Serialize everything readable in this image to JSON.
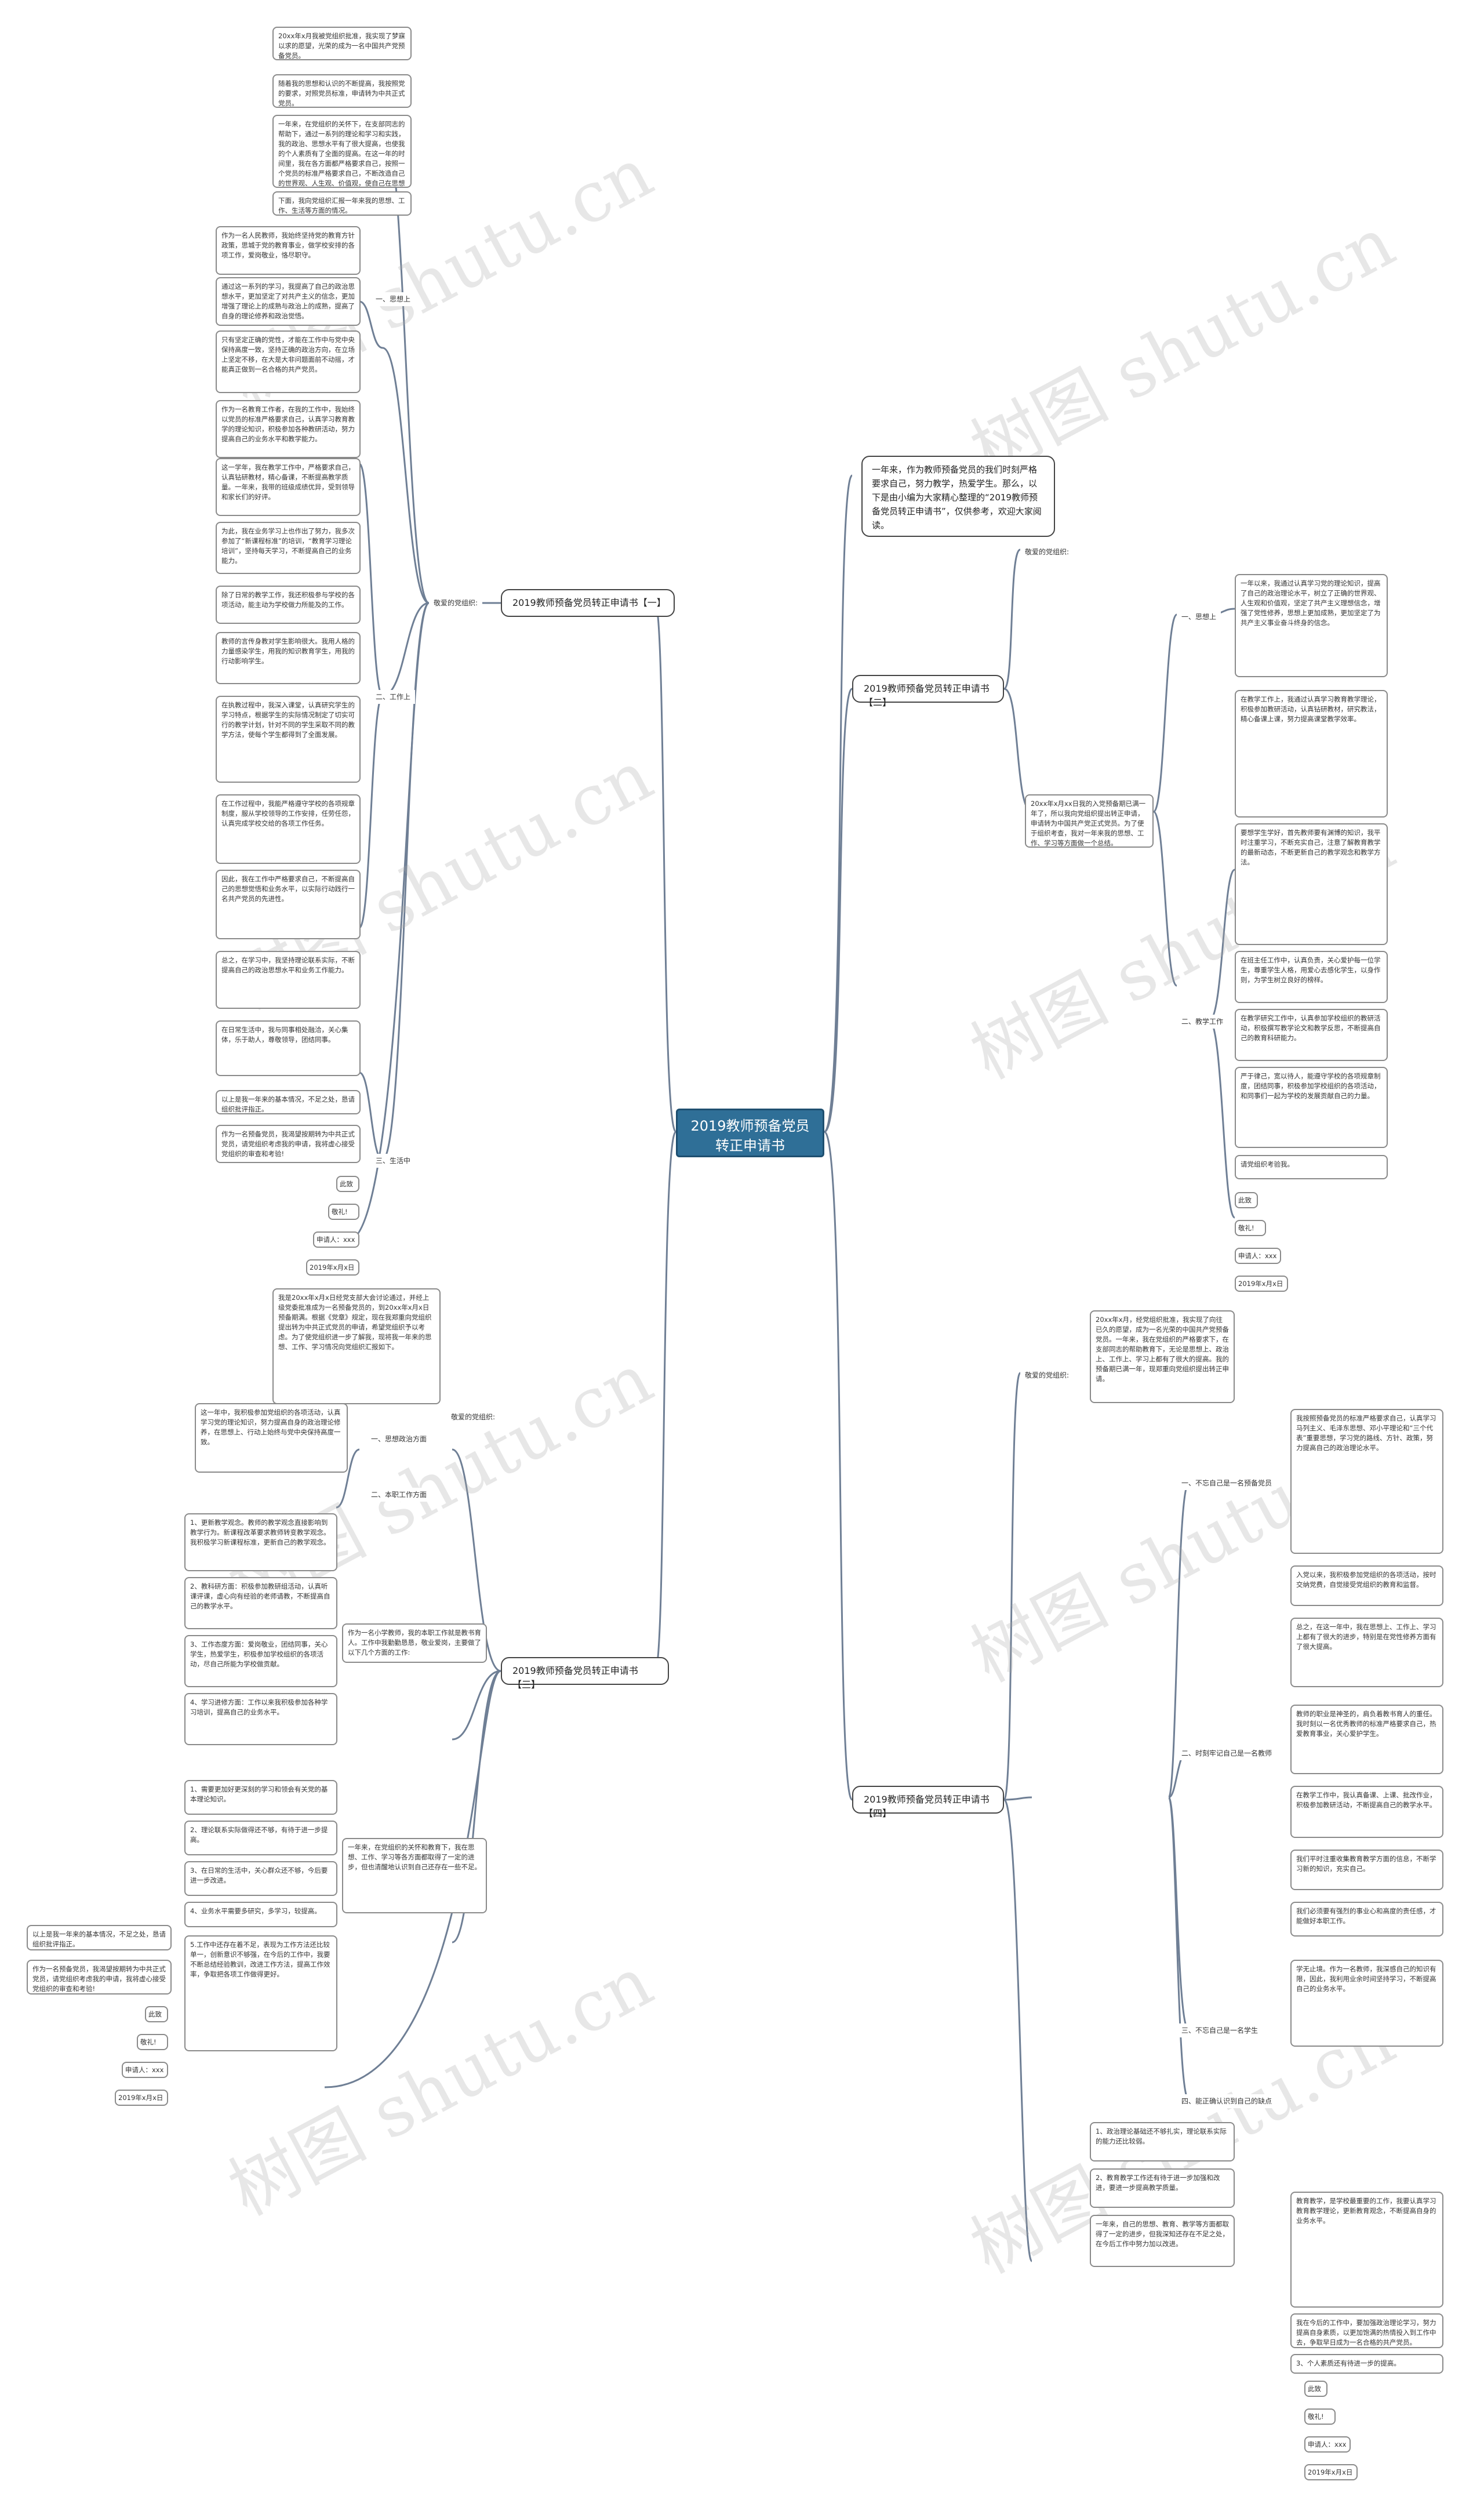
{
  "root": {
    "title": "2019教师预备党员转正申请书"
  },
  "intro": "一年来，作为教师预备党员的我们时刻严格要求自己，努力教学，热爱学生。那么，以下是由小编为大家精心整理的“2019教师预备党员转正申请书”，仅供参考，欢迎大家阅读。",
  "watermark": "树图 shutu.cn",
  "b1": {
    "title": "2019教师预备党员转正申请书【一】",
    "label": "敬爱的党组织:",
    "p1": "20xx年x月我被党组织批准，我实现了梦寐以求的愿望，光荣的成为一名中国共产党预备党员。",
    "p2": "随着我的思想和认识的不断提高，我按照党的要求，对照党员标准，申请转为中共正式党员。",
    "p3": "一年来，在党组织的关怀下，在支部同志的帮助下，通过一系列的理论和学习和实践，我的政治、思想水平有了很大提高，也使我的个人素质有了全面的提高。在这一年的时间里，我在各方面都严格要求自己，按照一个党员的标准严格要求自己，不断改造自己的世界观、人生观、价值观，使自己在思想上、行动上真正入党。",
    "p4": "下面，我向党组织汇报一年来我的思想、工作、生活等方面的情况。",
    "s1": "一、思想上",
    "s1a": "作为一名人民教师，我始终坚持党的教育方针政策，思城于党的教育事业，做学校安排的各项工作，爱岗敬业，恪尽职守。",
    "s1b": "通过这一系列的学习，我提高了自己的政治思想水平，更加坚定了对共产主义的信念，更加增强了理论上的成熟与政治上的成熟，提高了自身的理论修养和政治觉悟。",
    "s1c": "只有坚定正确的党性，才能在工作中与党中央保持高度一致，坚持正确的政治方向，在立场上坚定不移，在大是大非问题面前不动摇，才能真正做到一名合格的共产党员。",
    "s2": "二、工作上",
    "s2a": "作为一名教育工作者，在我的工作中，我始终以党员的标准严格要求自己，认真学习教育教学的理论知识，积极参加各种教研活动，努力提高自己的业务水平和教学能力。",
    "s2b": "这一学年，我在教学工作中，严格要求自己，认真钻研教材，精心备课，不断提高教学质量。一年来，我带的班级成绩优异，受到领导和家长们的好评。",
    "s2c": "为此，我在业务学习上也作出了努力，我多次参加了“新课程标准”的培训，“教育学习理论培训”，坚持每天学习，不断提高自己的业务能力。",
    "s2d": "除了日常的教学工作，我还积极参与学校的各项活动，能主动为学校做力所能及的工作。",
    "s2e": "教师的言传身教对学生影响很大。我用人格的力量感染学生，用我的知识教育学生，用我的行动影响学生。",
    "s2f": "在执教过程中，我深入课堂，认真研究学生的学习特点，根据学生的实际情况制定了切实可行的教学计划，针对不同的学生采取不同的教学方法，使每个学生都得到了全面发展。",
    "s2g": "在工作过程中，我能严格遵守学校的各项规章制度，服从学校领导的工作安排，任劳任怨，认真完成学校交给的各项工作任务。",
    "s2h": "因此，我在工作中严格要求自己，不断提高自己的思想觉悟和业务水平，以实际行动践行一名共产党员的先进性。",
    "s2i": "总之，在学习中，我坚持理论联系实际，不断提高自己的政治思想水平和业务工作能力。",
    "s3": "三、生活中",
    "s3a": "在日常生活中，我与同事相处融洽，关心集体，乐于助人，尊敬领导，团结同事。",
    "s3b": "以上是我一年来的基本情况，不足之处，恳请组织批评指正。",
    "s3c": "作为一名预备党员，我渴望按期转为中共正式党员，请党组织考虑我的申请，我将虚心接受党组织的审查和考验!",
    "closing": "此致",
    "salute": "敬礼!",
    "applicant": "申请人：xxx",
    "date": "2019年x月x日"
  },
  "b2": {
    "title": "2019教师预备党员转正申请书【二】",
    "label": "敬爱的党组织:",
    "intro": "20xx年x月xx日我的入党预备期已满一年了，所以我向党组织提出转正申请，申请转为中国共产党正式党员。为了便于组织考查，我对一年来我的思想、工作、学习等方面做一个总结。",
    "s1": "一、思想上",
    "s1a": "一年以来，我通过认真学习党的理论知识，提高了自己的政治理论水平，树立了正确的世界观、人生观和价值观，坚定了共产主义理想信念，增强了党性修养，思想上更加成熟，更加坚定了为共产主义事业奋斗终身的信念。",
    "s2": "二、教学工作",
    "s2a": "在教学工作上，我通过认真学习教育教学理论，积极参加教研活动，认真钻研教材，研究教法，精心备课上课，努力提高课堂教学效率。",
    "s2b": "要想学生学好，首先教师要有渊博的知识，我平时注重学习，不断充实自己，注意了解教育教学的最新动态，不断更新自己的教学观念和教学方法。",
    "s2c": "在班主任工作中，认真负责，关心爱护每一位学生，尊重学生人格，用爱心去感化学生，以身作则，为学生树立良好的榜样。",
    "s2d": "在教学研究工作中，认真参加学校组织的教研活动，积极撰写教学论文和教学反思，不断提高自己的教育科研能力。",
    "s2e": "严于律己，宽以待人，能遵守学校的各项规章制度，团结同事，积极参加学校组织的各项活动，和同事们一起为学校的发展贡献自己的力量。",
    "s3a": "请党组织考验我。",
    "closing": "此致",
    "salute": "敬礼!",
    "applicant": "申请人：xxx",
    "date": "2019年x月x日"
  },
  "b3": {
    "title": "2019教师预备党员转正申请书【三】",
    "label": "敬爱的党组织:",
    "intro": "我是20xx年x月x日经党支部大会讨论通过，并经上级党委批准成为一名预备党员的，到20xx年x月x日预备期满。根据《党章》规定，现在我郑重向党组织提出转为中共正式党员的申请，希望党组织予以考虑。为了使党组织进一步了解我，现将我一年来的思想、工作、学习情况向党组织汇报如下。",
    "s1": "一、思想政治方面",
    "s1a": "这一年中，我积极参加党组织的各项活动，认真学习党的理论知识，努力提高自身的政治理论修养，在思想上、行动上始终与党中央保持高度一致。",
    "s2": "二、本职工作方面",
    "s2a": "作为一名小学教师，我的本职工作就是教书育人。工作中我勤勤恳恳，敬业爱岗，主要做了以下几个方面的工作:",
    "s2b": "1、更新教学观念。教师的教学观念直接影响到教学行为。新课程改革要求教师转变教学观念。我积极学习新课程标准，更新自己的教学观念。",
    "s2c": "2、教科研方面：积极参加教研组活动，认真听课评课，虚心向有经验的老师请教，不断提高自己的教学水平。",
    "s2d": "3、工作态度方面：爱岗敬业，团结同事，关心学生，热爱学生，积极参加学校组织的各项活动，尽自己所能为学校做贡献。",
    "s2e": "4、学习进修方面：工作以来我积极参加各种学习培训，提高自己的业务水平。",
    "s3a": "1、需要更加好更深刻的学习和领会有关党的基本理论知识。",
    "s3b": "2、理论联系实际做得还不够，有待于进一步提高。",
    "s3c": "3、在日常的生活中，关心群众还不够，今后要进一步改进。",
    "s3d": "4、业务水平需要多研究，多学习，较提高。",
    "s3e": "一年来，在党组织的关怀和教育下，我在思想、工作、学习等各方面都取得了一定的进步，但也清醒地认识到自己还存在一些不足。",
    "s3f": "5.工作中还存在着不足，表现为工作方法还比较单一，创新意识不够强，在今后的工作中，我要不断总结经验教训，改进工作方法，提高工作效率，争取把各项工作做得更好。",
    "s4a": "以上是我一年来的基本情况，不足之处，恳请组织批评指正。",
    "s4b": "作为一名预备党员，我渴望按期转为中共正式党员，请党组织考虑我的申请，我将虚心接受党组织的审查和考验!",
    "closing": "此致",
    "salute": "敬礼!",
    "applicant": "申请人：xxx",
    "date": "2019年x月x日"
  },
  "b4": {
    "title": "2019教师预备党员转正申请书【四】",
    "label": "敬爱的党组织:",
    "intro": "20xx年x月，经党组织批准，我实现了向往已久的愿望，成为一名光荣的中国共产党预备党员。一年来，我在党组织的严格要求下，在支部同志的帮助教育下，无论是思想上、政治上、工作上、学习上都有了很大的提高。我的预备期已满一年，现郑重向党组织提出转正申请。",
    "s1": "一、不忘自己是一名预备党员",
    "s1a": "我按照预备党员的标准严格要求自己，认真学习马列主义、毛泽东思想、邓小平理论和“三个代表”重要思想，学习党的路线、方针、政策，努力提高自己的政治理论水平。",
    "s1b": "入党以来，我积极参加党组织的各项活动，按时交纳党费，自觉接受党组织的教育和监督。",
    "s1c": "总之，在这一年中，我在思想上、工作上、学习上都有了很大的进步，特别是在党性修养方面有了很大提高。",
    "s2": "二、时刻牢记自己是一名教师",
    "s2a": "教师的职业是神圣的，肩负着教书育人的重任。我时刻以一名优秀教师的标准严格要求自己，热爱教育事业，关心爱护学生。",
    "s2b": "在教学工作中，我认真备课、上课、批改作业，积极参加教研活动，不断提高自己的教学水平。",
    "s2c": "我们平时注重收集教育教学方面的信息，不断学习新的知识，充实自己。",
    "s2d": "我们必须要有强烈的事业心和高度的责任感，才能做好本职工作。",
    "s3": "三、不忘自己是一名学生",
    "s3a": "学无止境。作为一名教师，我深感自己的知识有限，因此，我利用业余时间坚持学习，不断提高自己的业务水平。",
    "s4": "四、能正确认识到自己的缺点",
    "s4a": "1、政治理论基础还不够扎实，理论联系实际的能力还比较弱。",
    "s4b": "2、教育教学工作还有待于进一步加强和改进，要进一步提高教学质量。",
    "s4c": "一年来，自己的思想、教育、教学等方面都取得了一定的进步，但我深知还存在不足之处，在今后工作中努力加以改进。",
    "s4d": "教育教学，是学校最重要的工作，我要认真学习教育教学理论，更新教育观念，不断提高自身的业务水平。",
    "s4e": "我在今后的工作中，要加强政治理论学习，努力提高自身素质，以更加饱满的热情投入到工作中去，争取早日成为一名合格的共产党员。",
    "s4f": "3、个人素质还有待进一步的提高。",
    "closing": "此致",
    "salute": "敬礼!",
    "applicant": "申请人：xxx",
    "date": "2019年x月x日"
  }
}
